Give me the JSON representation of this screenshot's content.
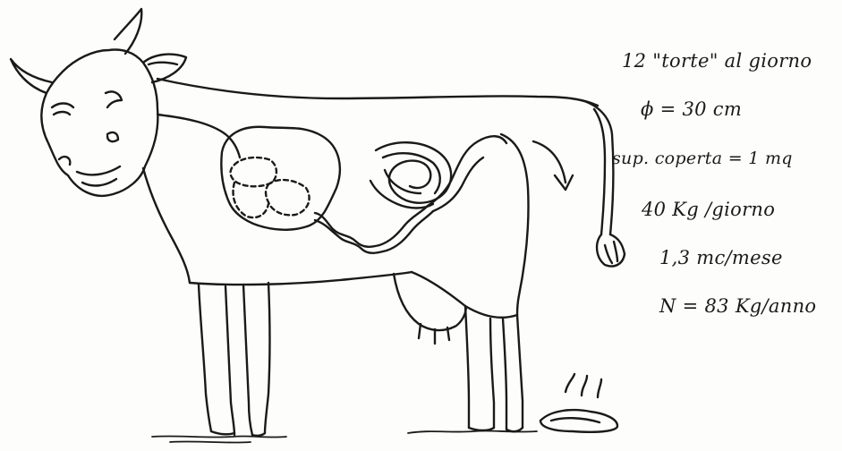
{
  "annotations": {
    "dung_per_day": "12 \"torte\" al giorno",
    "diameter": "ϕ = 30 cm",
    "surface_covered": "sup. coperta = 1 mq",
    "mass_per_day": "40 Kg /giorno",
    "volume_per_month": "1,3 mc/mese",
    "nitrogen_per_year": "N = 83 Kg/anno"
  },
  "colors": {
    "ink": "#1a1a1a",
    "paper": "#fdfdfb"
  }
}
